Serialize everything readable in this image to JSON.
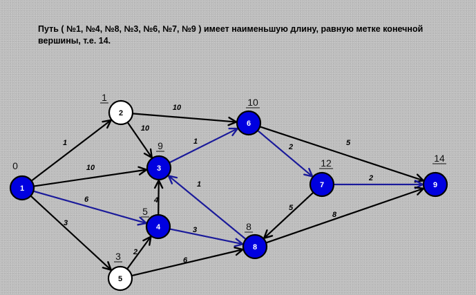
{
  "caption": "Путь ( №1, №4, №8, №3, №6, №7, №9 ) имеет наименьшую длину, равную метке конечной вершины, т.е. 14.",
  "colors": {
    "visited_node": "#0000e0",
    "unvisited_node": "#ffffff",
    "path_edge": "#1a1a9a",
    "edge": "#000000"
  },
  "nodes": [
    {
      "id": "1",
      "label": "1",
      "mark": "0",
      "state": "visited"
    },
    {
      "id": "2",
      "label": "2",
      "mark": "1",
      "state": "unvisited"
    },
    {
      "id": "3",
      "label": "3",
      "mark": "9",
      "state": "visited"
    },
    {
      "id": "4",
      "label": "4",
      "mark": "5",
      "state": "visited"
    },
    {
      "id": "5",
      "label": "5",
      "mark": "3",
      "state": "unvisited"
    },
    {
      "id": "6",
      "label": "6",
      "mark": "10",
      "state": "visited"
    },
    {
      "id": "7",
      "label": "7",
      "mark": "12",
      "state": "visited"
    },
    {
      "id": "8",
      "label": "8",
      "mark": "8",
      "state": "visited"
    },
    {
      "id": "9",
      "label": "9",
      "mark": "14",
      "state": "visited"
    }
  ],
  "edges": [
    {
      "from": "1",
      "to": "2",
      "weight": "1",
      "path": false
    },
    {
      "from": "1",
      "to": "3",
      "weight": "10",
      "path": false
    },
    {
      "from": "1",
      "to": "4",
      "weight": "6",
      "path": true
    },
    {
      "from": "1",
      "to": "5",
      "weight": "3",
      "path": false
    },
    {
      "from": "2",
      "to": "6",
      "weight": "10",
      "path": false
    },
    {
      "from": "2",
      "to": "3",
      "weight": "10",
      "path": false
    },
    {
      "from": "5",
      "to": "4",
      "weight": "2",
      "path": false
    },
    {
      "from": "4",
      "to": "3",
      "weight": "4",
      "path": false
    },
    {
      "from": "4",
      "to": "8",
      "weight": "3",
      "path": true
    },
    {
      "from": "5",
      "to": "8",
      "weight": "6",
      "path": false
    },
    {
      "from": "8",
      "to": "3",
      "weight": "1",
      "path": true
    },
    {
      "from": "3",
      "to": "6",
      "weight": "1",
      "path": true
    },
    {
      "from": "6",
      "to": "7",
      "weight": "2",
      "path": true
    },
    {
      "from": "6",
      "to": "9",
      "weight": "5",
      "path": false
    },
    {
      "from": "7",
      "to": "9",
      "weight": "2",
      "path": true
    },
    {
      "from": "7",
      "to": "8",
      "weight": "5",
      "path": false
    },
    {
      "from": "8",
      "to": "9",
      "weight": "8",
      "path": false
    }
  ]
}
